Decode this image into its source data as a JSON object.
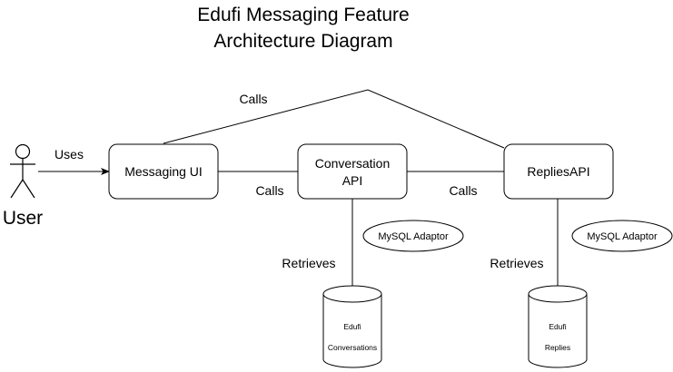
{
  "title": {
    "line1": "Edufi Messaging Feature",
    "line2": "Architecture Diagram"
  },
  "actor": {
    "label": "User"
  },
  "nodes": {
    "messaging_ui": "Messaging UI",
    "conversation_api_line1": "Conversation",
    "conversation_api_line2": "API",
    "replies_api": "RepliesAPI"
  },
  "adaptors": {
    "conversation": "MySQL Adaptor",
    "replies": "MySQL Adaptor"
  },
  "databases": {
    "conversations_line1": "Edufi",
    "conversations_line2": "Conversations",
    "replies_line1": "Edufi",
    "replies_line2": "Replies"
  },
  "edges": {
    "uses": "Uses",
    "calls_top": "Calls",
    "calls_ui_conv": "Calls",
    "calls_conv_replies": "Calls",
    "retrieves_conv": "Retrieves",
    "retrieves_replies": "Retrieves"
  }
}
